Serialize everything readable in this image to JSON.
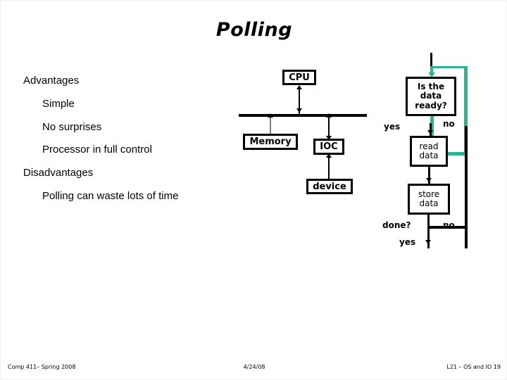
{
  "slide": {
    "title": "Polling",
    "accent_color": "#2bb394",
    "background_color": "#ffffff",
    "text_color": "#000000"
  },
  "bullets": {
    "advantages_heading": "Advantages",
    "advantages_items": [
      "Simple",
      "No surprises",
      "Processor in full control"
    ],
    "disadvantages_heading": "Disadvantages",
    "disadvantages_items": [
      "Polling can waste lots of time"
    ]
  },
  "bus_diagram": {
    "cpu": "CPU",
    "memory": "Memory",
    "ioc": "IOC",
    "device": "device"
  },
  "flowchart": {
    "decision": "Is the\ndata\nready?",
    "decision_line1": "Is the",
    "decision_line2": "data",
    "decision_line3": "ready?",
    "read_line1": "read",
    "read_line2": "data",
    "store_line1": "store",
    "store_line2": "data",
    "label_yes_top": "yes",
    "label_no_top": "no",
    "label_done": "done?",
    "label_no_bottom": "no",
    "label_yes_bottom": "yes"
  },
  "footer": {
    "left": "Comp 411– Spring 2008",
    "center": "4/24/08",
    "right": "L21 – OS and IO 19"
  }
}
